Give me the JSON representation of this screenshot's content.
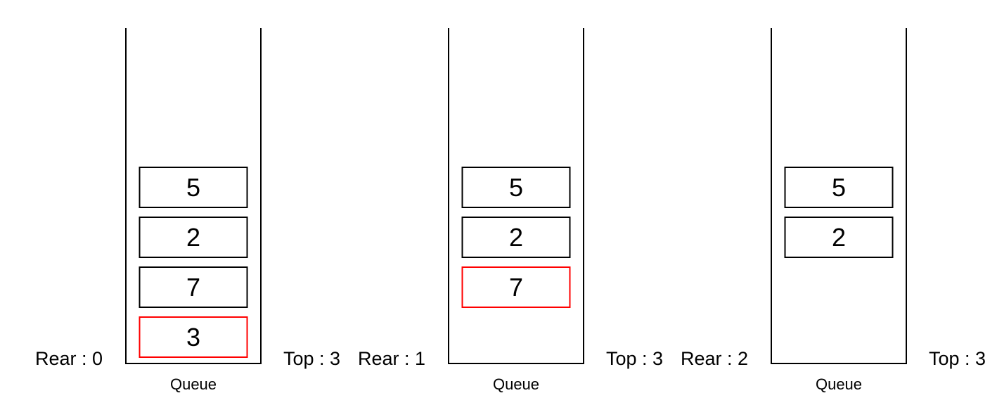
{
  "colors": {
    "stroke": "#000000",
    "highlight": "#ff0000"
  },
  "diagrams": [
    {
      "rear_label": "Rear : 0",
      "top_label": "Top : 3",
      "caption": "Queue",
      "cells": [
        {
          "value": "5",
          "slot": 0,
          "highlight": false
        },
        {
          "value": "2",
          "slot": 1,
          "highlight": false
        },
        {
          "value": "7",
          "slot": 2,
          "highlight": false
        },
        {
          "value": "3",
          "slot": 3,
          "highlight": true
        }
      ]
    },
    {
      "rear_label": "Rear : 1",
      "top_label": "Top : 3",
      "caption": "Queue",
      "cells": [
        {
          "value": "5",
          "slot": 0,
          "highlight": false
        },
        {
          "value": "2",
          "slot": 1,
          "highlight": false
        },
        {
          "value": "7",
          "slot": 2,
          "highlight": true
        }
      ]
    },
    {
      "rear_label": "Rear : 2",
      "top_label": "Top : 3",
      "caption": "Queue",
      "cells": [
        {
          "value": "5",
          "slot": 0,
          "highlight": false
        },
        {
          "value": "2",
          "slot": 1,
          "highlight": false
        }
      ]
    }
  ]
}
